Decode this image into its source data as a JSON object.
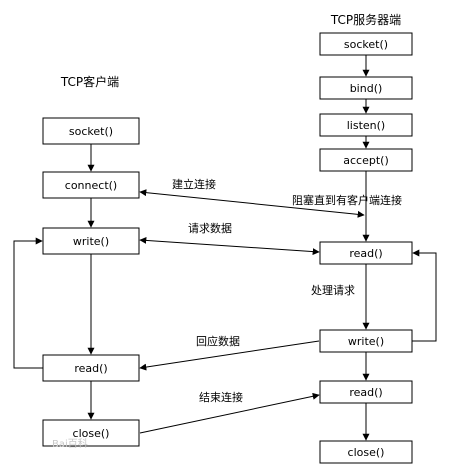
{
  "client": {
    "title": "TCP客户端",
    "boxes": [
      "socket()",
      "connect()",
      "write()",
      "read()",
      "close()"
    ]
  },
  "server": {
    "title": "TCP服务器端",
    "boxes": [
      "socket()",
      "bind()",
      "listen()",
      "accept()",
      "read()",
      "write()",
      "read()",
      "close()"
    ]
  },
  "labels": {
    "establish": "建立连接",
    "block": "阻塞直到有客户端连接",
    "request": "请求数据",
    "process": "处理请求",
    "reply": "回应数据",
    "end": "结束连接"
  },
  "watermark": "Bai百科"
}
